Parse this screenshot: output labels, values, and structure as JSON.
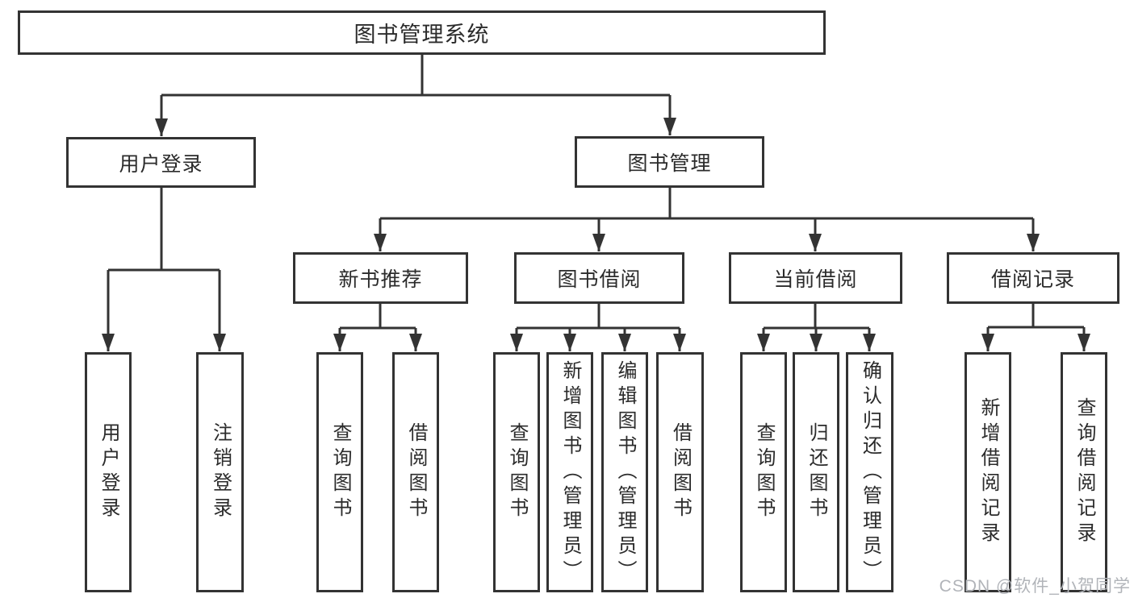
{
  "diagram": {
    "root": {
      "label": "图书管理系统"
    },
    "level1": {
      "user_login": {
        "label": "用户登录"
      },
      "book_mgmt": {
        "label": "图书管理"
      }
    },
    "level2": {
      "new_book_rec": {
        "label": "新书推荐"
      },
      "book_borrow": {
        "label": "图书借阅"
      },
      "current_borrow": {
        "label": "当前借阅"
      },
      "borrow_records": {
        "label": "借阅记录"
      }
    },
    "leaves": {
      "user_login": {
        "label": "用户登录"
      },
      "logout": {
        "label": "注销登录"
      },
      "query_book_rec": {
        "label": "查询图书"
      },
      "borrow_book_rec": {
        "label": "借阅图书"
      },
      "query_book_borrow": {
        "label": "查询图书"
      },
      "add_book_admin": {
        "label": "新增图书（管理员）"
      },
      "edit_book_admin": {
        "label": "编辑图书（管理员）"
      },
      "borrow_book_borrow": {
        "label": "借阅图书"
      },
      "query_book_current": {
        "label": "查询图书"
      },
      "return_book": {
        "label": "归还图书"
      },
      "confirm_return_admin": {
        "label": "确认归还（管理员）"
      },
      "add_borrow_record": {
        "label": "新增借阅记录"
      },
      "query_borrow_record": {
        "label": "查询借阅记录"
      }
    },
    "line_color": "#333333",
    "watermark": "CSDN @软件_小贺同学"
  }
}
